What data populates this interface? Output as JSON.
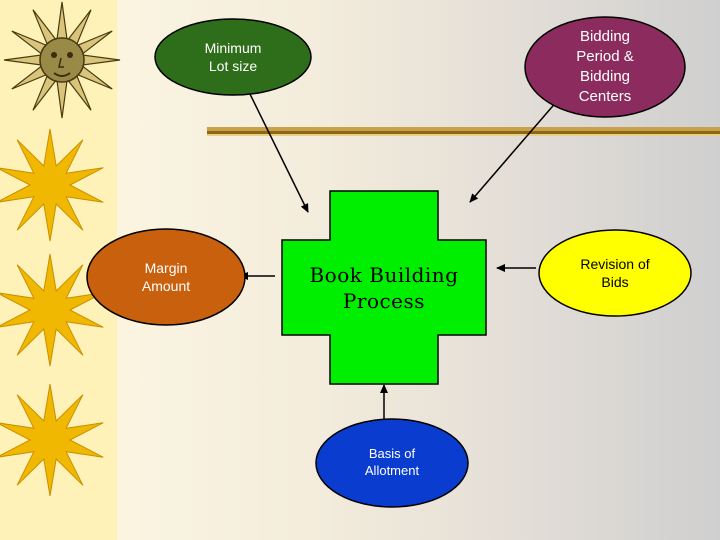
{
  "diagram": {
    "center": {
      "text": "Book Building\nProcess",
      "color": "#00ee00"
    },
    "nodes": [
      {
        "id": "minimum-lot-size",
        "text": "Minimum\nLot size",
        "color": "#2e6e1a",
        "text_color": "#ffffff"
      },
      {
        "id": "bidding-period",
        "text": "Bidding\nPeriod &\nBidding\nCenters",
        "color": "#8c2c5e",
        "text_color": "#ffffff"
      },
      {
        "id": "margin-amount",
        "text": "Margin\nAmount",
        "color": "#c8600e",
        "text_color": "#ffffff"
      },
      {
        "id": "revision-of-bids",
        "text": "Revision of\nBids",
        "color": "#ffff00",
        "text_color": "#000000"
      },
      {
        "id": "basis-of-allotment",
        "text": "Basis of\nAllotment",
        "color": "#0a3ccf",
        "text_color": "#ffffff"
      }
    ]
  },
  "decor": {
    "sun_color": "#f0b800",
    "face_sun_color": "#8a7a3a",
    "rule_color": "#b8860b"
  }
}
